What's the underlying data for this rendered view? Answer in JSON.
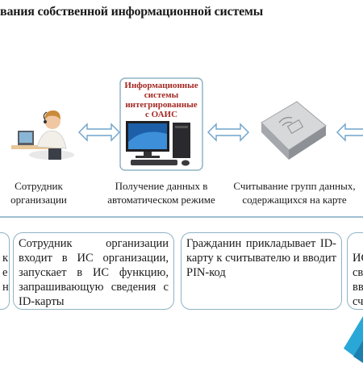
{
  "title": "вания собственной информационной системы",
  "flow": {
    "employee_caption": "Сотрудник организации",
    "system_label": "Информационные системы интегрированные с ОАИС",
    "system_caption": "Получение данных в автоматическом режиме",
    "reader_caption": "Считывание групп данных, содержащихся на карте"
  },
  "panels": [
    {
      "text": "к\nе\nн"
    },
    {
      "text": "Сотрудник организации входит в ИС организации, запускает в ИС функцию, запрашивающую сведения с ID-карты"
    },
    {
      "text": "Гражданин прикладывает ID-карту к считывателю и вводит PIN-код"
    },
    {
      "text": "ИС\nсве\nвво\nсчи"
    }
  ],
  "colors": {
    "accent": "#29a8d8",
    "border": "#8fb3c4",
    "system_label": "#a32a24"
  }
}
